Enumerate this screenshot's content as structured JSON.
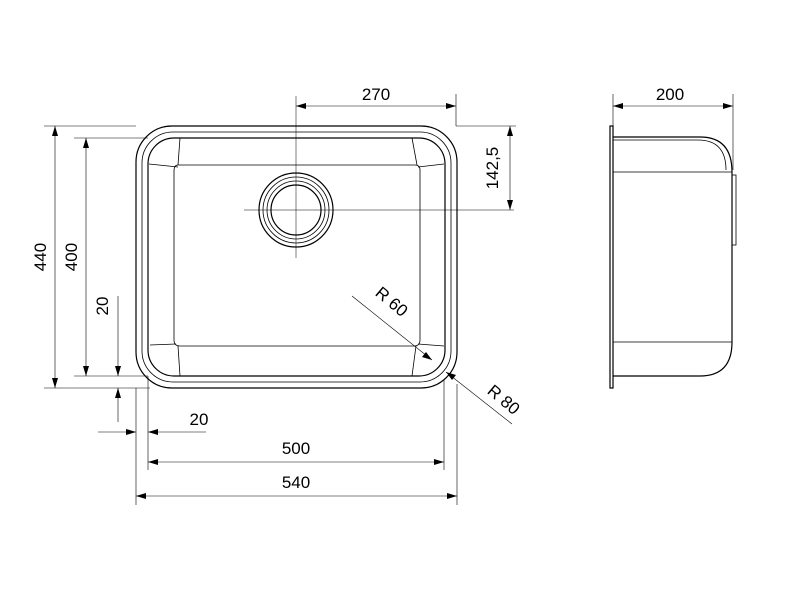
{
  "dimensions": {
    "top_width": "270",
    "side_depth": "200",
    "drain_offset": "142,5",
    "outer_height": "440",
    "inner_height": "400",
    "left_margin_vertical": "20",
    "left_margin_horizontal": "20",
    "inner_width": "500",
    "outer_width": "540",
    "inner_radius": "R 60",
    "outer_radius": "R 80"
  }
}
